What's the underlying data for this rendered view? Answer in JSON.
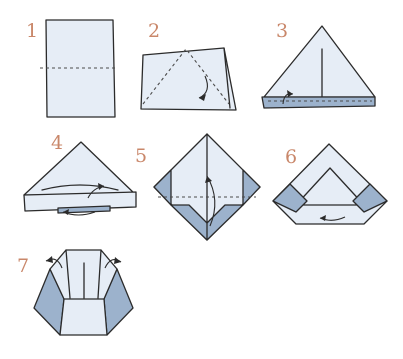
{
  "steps": [
    {
      "number": "1"
    },
    {
      "number": "2"
    },
    {
      "number": "3"
    },
    {
      "number": "4"
    },
    {
      "number": "5"
    },
    {
      "number": "6"
    },
    {
      "number": "7"
    }
  ],
  "colors": {
    "step_number": "#c9876a",
    "paper_front": "#e6edf6",
    "paper_back": "#9cb2cc",
    "outline": "#2b2b2b"
  }
}
